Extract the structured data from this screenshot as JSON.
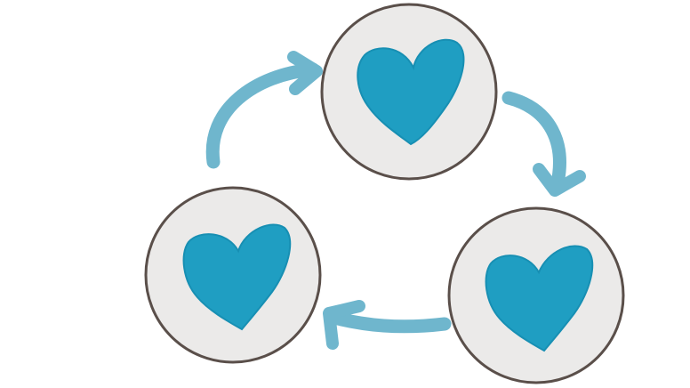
{
  "diagram": {
    "kind": "cycle",
    "node_count": 3,
    "nodes": [
      {
        "id": "top",
        "icon": "heart-icon"
      },
      {
        "id": "right",
        "icon": "heart-icon"
      },
      {
        "id": "left",
        "icon": "heart-icon"
      }
    ],
    "edges": [
      {
        "from": "left",
        "to": "top",
        "direction": "clockwise"
      },
      {
        "from": "top",
        "to": "right",
        "direction": "clockwise"
      },
      {
        "from": "right",
        "to": "left",
        "direction": "clockwise"
      }
    ],
    "colors": {
      "background": "#ffffff",
      "circle_fill": "#ebeae9",
      "circle_stroke": "#5a4f4a",
      "heart_fill": "#1f9ec2",
      "heart_stroke": "#178fb3",
      "arrow": "#6fb6cd"
    }
  }
}
